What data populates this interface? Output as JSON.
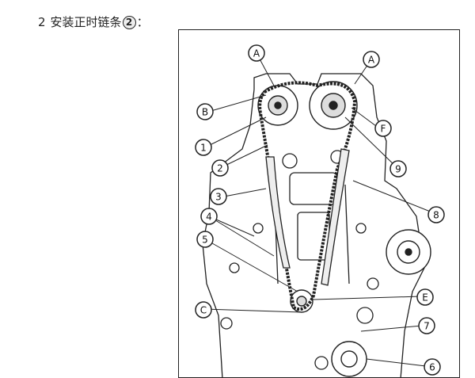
{
  "instruction": {
    "step_number": "2",
    "text_before": "安装正时链条",
    "part_ref": "2",
    "text_after": "："
  },
  "figure": {
    "callouts": {
      "A_left": "A",
      "A_right": "A",
      "B": "B",
      "C": "C",
      "E": "E",
      "F": "F",
      "n1": "1",
      "n2": "2",
      "n3": "3",
      "n4": "4",
      "n5": "5",
      "n6": "6",
      "n7": "7",
      "n8": "8",
      "n9": "9"
    }
  }
}
